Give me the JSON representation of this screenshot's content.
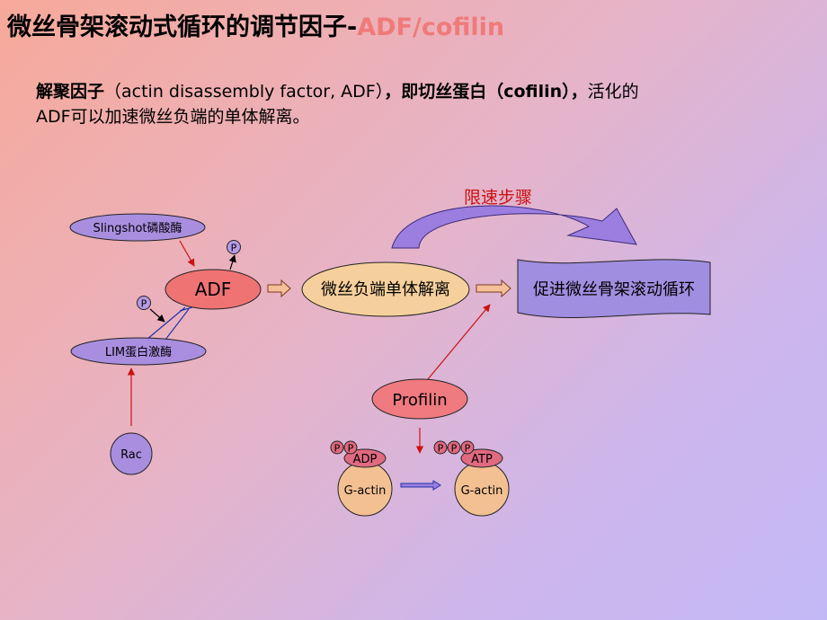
{
  "title": {
    "main": "微丝骨架滚动式循环的调节因子-",
    "accent": "ADF/cofilin"
  },
  "intro": {
    "bold1": "解聚因子",
    "normal1": "（actin disassembly factor, ADF）",
    "bold2": "，即切丝蛋白（cofilin），",
    "normal2": "活化的",
    "line2": "ADF可以加速微丝负端的单体解离。"
  },
  "diagram": {
    "rate_limiting_label": "限速步骤",
    "slingshot": "Slingshot磷酸酶",
    "adf": "ADF",
    "lim": "LIM蛋白激酶",
    "rac": "Rac",
    "phosphate": "P",
    "dissociation": "微丝负端单体解离",
    "promote": "促进微丝骨架滚动循环",
    "profilin": "Profilin",
    "adp": "ADP",
    "atp": "ATP",
    "gactin": "G-actin"
  },
  "colors": {
    "slingshot_fill": "#a98ee0",
    "adf_fill": "#f07374",
    "dissociation_fill": "#f6d09c",
    "promote_fill": "#a08ee0",
    "profilin_fill": "#ef7a80",
    "gactin_fill": "#f3c092",
    "nucleotide_fill": "#e06a80",
    "phosphate_fill": "#b79ae6",
    "arrow_red": "#cc1111",
    "arrow_blue": "#2233aa",
    "title_accent": "#f07a7a"
  }
}
